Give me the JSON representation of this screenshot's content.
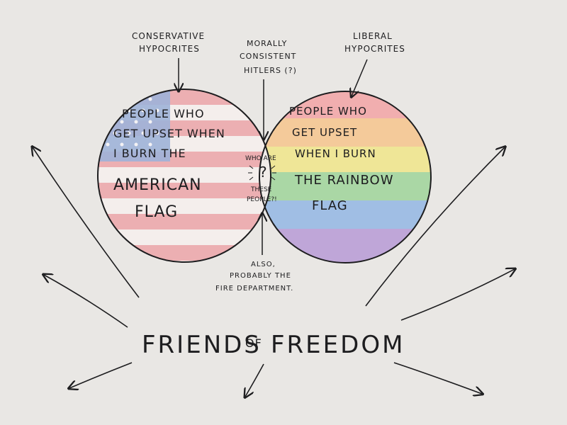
{
  "annotations": {
    "conservative": [
      "CONSERVATIVE",
      "HYPOCRITES"
    ],
    "morally": [
      "MORALLY",
      "CONSISTENT",
      "HITLERS (?)"
    ],
    "liberal": [
      "LIBERAL",
      "HYPOCRITES"
    ],
    "also": [
      "ALSO,",
      "PROBABLY THE",
      "FIRE DEPARTMENT."
    ]
  },
  "left_circle": {
    "lines": [
      "PEOPLE WHO",
      "GET UPSET WHEN",
      "I BURN THE",
      "AMERICAN",
      "FLAG"
    ]
  },
  "right_circle": {
    "lines": [
      "PEOPLE WHO",
      "GET UPSET",
      "WHEN I BURN",
      "THE RAINBOW",
      "FLAG"
    ]
  },
  "intersection": {
    "top": "WHO ARE",
    "mark": "?",
    "bottom": [
      "THESE",
      "PEOPLE?!"
    ]
  },
  "footer": {
    "title_left": "FRIENDS",
    "title_of": "OF",
    "title_right": "FREEDOM"
  },
  "colors": {
    "ink": "#1d1d1f",
    "paper": "#e9e7e4",
    "flag_red": "#e98a8f",
    "flag_blue": "#8aa3cf",
    "rainbow": [
      "#f2a3a6",
      "#f6c48d",
      "#f0e58a",
      "#9fd39a",
      "#93b6e4",
      "#b79ad6"
    ]
  }
}
